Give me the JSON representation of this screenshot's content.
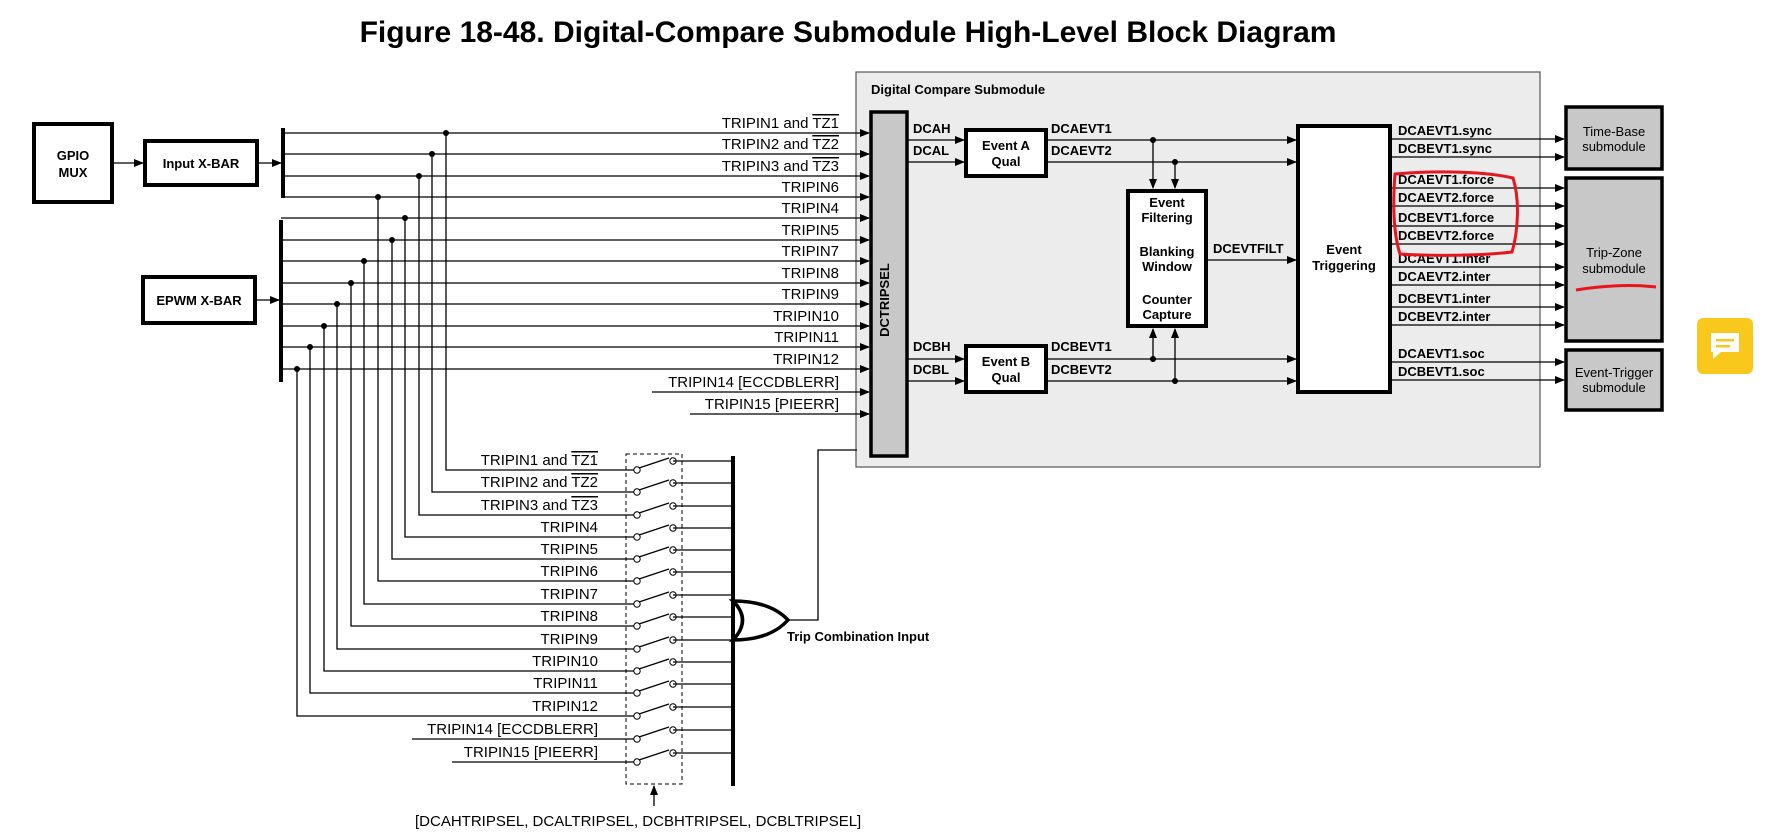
{
  "title": "Figure 18-48. Digital-Compare Submodule High-Level Block Diagram",
  "blocks": {
    "gpio_mux": [
      "GPIO",
      "MUX"
    ],
    "input_xbar": "Input  X-BAR",
    "epwm_xbar": "EPWM X-BAR",
    "dc_submodule": "Digital Compare Submodule",
    "dctripsel": "DCTRIPSEL",
    "event_a_qual": [
      "Event A",
      "Qual"
    ],
    "event_b_qual": [
      "Event B",
      "Qual"
    ],
    "event_filtering": [
      "Event",
      "Filtering",
      "Blanking",
      "Window",
      "Counter",
      "Capture"
    ],
    "event_triggering": [
      "Event",
      "Triggering"
    ],
    "time_base": [
      "Time-Base",
      "submodule"
    ],
    "trip_zone": [
      "Trip-Zone",
      "submodule"
    ],
    "event_trigger": [
      "Event-Trigger",
      "submodule"
    ]
  },
  "tripins_top": [
    {
      "pre": "TRIPIN1 and ",
      "over": "TZ1"
    },
    {
      "pre": "TRIPIN2 and ",
      "over": "TZ2"
    },
    {
      "pre": "TRIPIN3 and ",
      "over": "TZ3"
    },
    {
      "pre": "TRIPIN6",
      "over": ""
    },
    {
      "pre": "TRIPIN4",
      "over": ""
    },
    {
      "pre": "TRIPIN5",
      "over": ""
    },
    {
      "pre": "TRIPIN7",
      "over": ""
    },
    {
      "pre": "TRIPIN8",
      "over": ""
    },
    {
      "pre": "TRIPIN9",
      "over": ""
    },
    {
      "pre": "TRIPIN10",
      "over": ""
    },
    {
      "pre": "TRIPIN11",
      "over": ""
    },
    {
      "pre": "TRIPIN12",
      "over": ""
    },
    {
      "pre": "TRIPIN14 [ECCDBLERR]",
      "over": ""
    },
    {
      "pre": "TRIPIN15 [PIEERR]",
      "over": ""
    }
  ],
  "tripins_bottom": [
    {
      "pre": "TRIPIN1 and ",
      "over": "TZ1"
    },
    {
      "pre": "TRIPIN2 and ",
      "over": "TZ2"
    },
    {
      "pre": "TRIPIN3 and ",
      "over": "TZ3"
    },
    {
      "pre": "TRIPIN4",
      "over": ""
    },
    {
      "pre": "TRIPIN5",
      "over": ""
    },
    {
      "pre": "TRIPIN6",
      "over": ""
    },
    {
      "pre": "TRIPIN7",
      "over": ""
    },
    {
      "pre": "TRIPIN8",
      "over": ""
    },
    {
      "pre": "TRIPIN9",
      "over": ""
    },
    {
      "pre": "TRIPIN10",
      "over": ""
    },
    {
      "pre": "TRIPIN11",
      "over": ""
    },
    {
      "pre": "TRIPIN12",
      "over": ""
    },
    {
      "pre": "TRIPIN14 [ECCDBLERR]",
      "over": ""
    },
    {
      "pre": "TRIPIN15 [PIEERR]",
      "over": ""
    }
  ],
  "signals": {
    "dcah": "DCAH",
    "dcal": "DCAL",
    "dcbh": "DCBH",
    "dcbl": "DCBL",
    "dcaevt1": "DCAEVT1",
    "dcaevt2": "DCAEVT2",
    "dcbevt1": "DCBEVT1",
    "dcbevt2": "DCBEVT2",
    "dcevtfilt": "DCEVTFILT"
  },
  "outputs": [
    "DCAEVT1.sync",
    "DCBEVT1.sync",
    "DCAEVT1.force",
    "DCAEVT2.force",
    "DCBEVT1.force",
    "DCBEVT2.force",
    "DCAEVT1.inter",
    "DCAEVT2.inter",
    "DCBEVT1.inter",
    "DCBEVT2.inter",
    "DCAEVT1.soc",
    "DCBEVT1.soc"
  ],
  "trip_combination": "Trip Combination Input",
  "tripsel_regs": "[DCAHTRIPSEL, DCALTRIPSEL, DCBHTRIPSEL, DCBLTRIPSEL]",
  "colors": {
    "annotation": "#e8141e",
    "note_button": "#f8c81c",
    "gray_block": "#c8c8c8",
    "panel": "#ececec"
  },
  "note_icon": "comment-icon"
}
